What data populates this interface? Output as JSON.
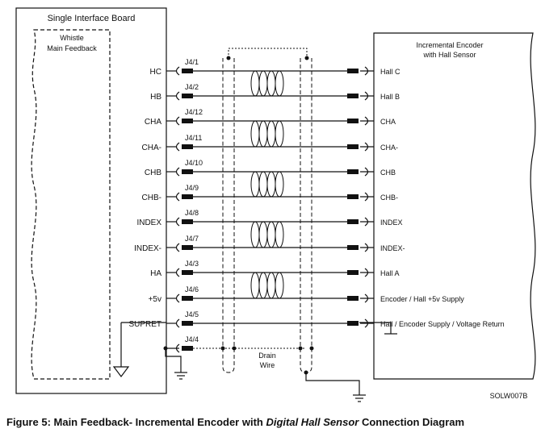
{
  "board": {
    "title": "Single Interface Board",
    "inner_line1": "Whistle",
    "inner_line2": "Main Feedback"
  },
  "encoder": {
    "title_line1": "Incremental Encoder",
    "title_line2": "with Hall Sensor"
  },
  "rows": [
    {
      "left": "HC",
      "pin": "J4/1",
      "right": "Hall C"
    },
    {
      "left": "HB",
      "pin": "J4/2",
      "right": "Hall B"
    },
    {
      "left": "CHA",
      "pin": "J4/12",
      "right": "CHA"
    },
    {
      "left": "CHA-",
      "pin": "J4/11",
      "right": "CHA-"
    },
    {
      "left": "CHB",
      "pin": "J4/10",
      "right": "CHB"
    },
    {
      "left": "CHB-",
      "pin": "J4/9",
      "right": "CHB-"
    },
    {
      "left": "INDEX",
      "pin": "J4/8",
      "right": "INDEX"
    },
    {
      "left": "INDEX-",
      "pin": "J4/7",
      "right": "INDEX-"
    },
    {
      "left": "HA",
      "pin": "J4/3",
      "right": "Hall A"
    },
    {
      "left": "+5v",
      "pin": "J4/6",
      "right": "Encoder / Hall +5v Supply"
    },
    {
      "left": "SUPRET",
      "pin": "J4/5",
      "right": "Hall / Encoder Supply / Voltage Return"
    },
    {
      "left": "",
      "pin": "J4/4",
      "right": ""
    }
  ],
  "drain_wire_line1": "Drain",
  "drain_wire_line2": "Wire",
  "doc_code": "SOLW007B",
  "caption": {
    "prefix": "Figure 5: Main Feedback- Incremental Encoder with ",
    "italic": "Digital Hall Sensor",
    "suffix": " Connection Diagram"
  },
  "colors": {
    "line": "#111111",
    "background": "#ffffff"
  }
}
